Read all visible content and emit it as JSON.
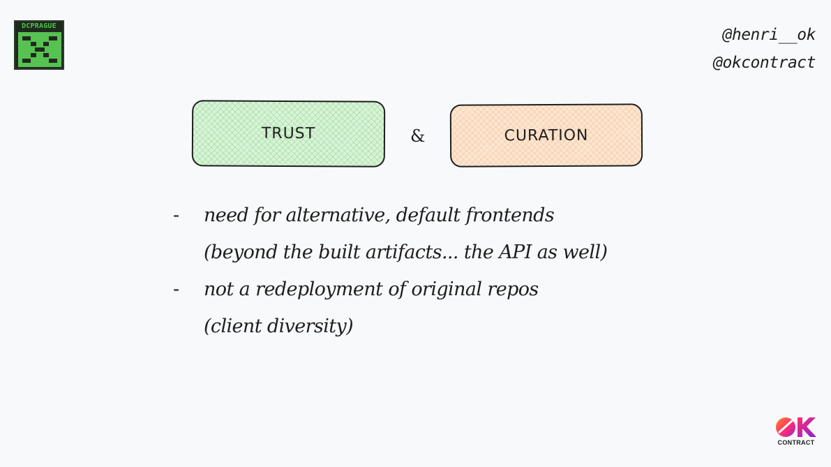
{
  "logo": {
    "text": "DCPRAGUE",
    "colors": {
      "bg": "#1f2a1f",
      "green": "#4ec44a"
    }
  },
  "handles": [
    "@henri__ok",
    "@okcontract"
  ],
  "boxes": {
    "trust": {
      "label": "TRUST",
      "color": "#d8f3d7"
    },
    "separator": "&",
    "curation": {
      "label": "CURATION",
      "color": "#fce6d2"
    }
  },
  "bullets": [
    {
      "dash": "-",
      "text": "need for alternative, default frontends"
    },
    {
      "dash": "",
      "text": "(beyond the built artifacts... the API as well)"
    },
    {
      "dash": "-",
      "text": "not a redeployment of original repos"
    },
    {
      "dash": "",
      "text": "(client diversity)"
    }
  ],
  "ok_logo": {
    "label": "CONTRACT",
    "icon": "ok-contract-logo-icon"
  }
}
